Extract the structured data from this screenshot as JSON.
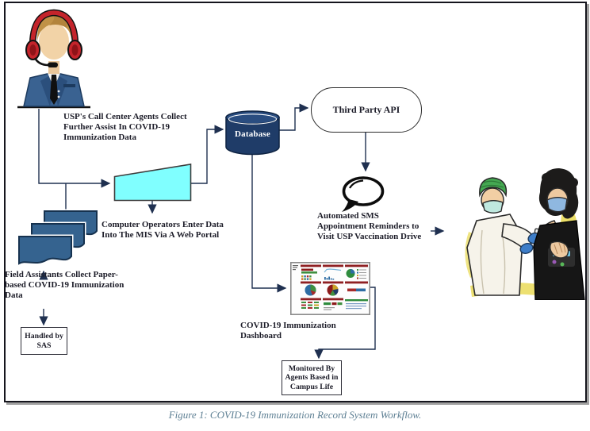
{
  "figure_caption": "Figure 1: COVID-19 Immunization Record System Workflow.",
  "nodes": {
    "call_center": {
      "icon": "call-center-agent-icon",
      "lines": [
        "USP's Call Center Agents Collect",
        "Further Assist In COVID-19",
        "Immunization Data"
      ]
    },
    "manual_entry": {
      "shape": "trapezoid",
      "lines": [
        "Computer Operators Enter Data",
        "Into The MIS Via A Web Portal"
      ]
    },
    "database": {
      "label": "Database"
    },
    "third_party_api": {
      "label": "Third Party API"
    },
    "sms": {
      "icon": "speech-bubble-icon",
      "lines": [
        "Automated SMS",
        "Appointment Reminders to",
        "Visit USP Vaccination Drive"
      ]
    },
    "field_assistants": {
      "icon": "paper-documents-icon",
      "lines": [
        "Field Assistants Collect Paper-",
        "based COVID-19 Immunization",
        "Data"
      ]
    },
    "handled_by": {
      "lines": [
        "Handled by",
        "SAS"
      ]
    },
    "dashboard": {
      "icon": "dashboard-thumbnail",
      "lines": [
        "COVID-19 Immunization",
        "Dashboard"
      ]
    },
    "monitored_by": {
      "lines": [
        "Monitored By",
        "Agents Based in",
        "Campus Life"
      ]
    },
    "vaccination": {
      "icon": "vaccination-illustration"
    }
  },
  "edges": [
    {
      "from": "call_center",
      "to": "manual_entry"
    },
    {
      "from": "field_assistants_documents",
      "to": "manual_entry"
    },
    {
      "from": "manual_entry",
      "to": "database"
    },
    {
      "from": "manual_entry",
      "to": "manual_entry_label"
    },
    {
      "from": "database",
      "to": "third_party_api"
    },
    {
      "from": "third_party_api",
      "to": "sms"
    },
    {
      "from": "sms",
      "to": "vaccination"
    },
    {
      "from": "database",
      "to": "dashboard"
    },
    {
      "from": "dashboard",
      "to": "monitored_by"
    },
    {
      "from": "field_assistants_label",
      "to": "documents"
    },
    {
      "from": "field_assistants_label",
      "to": "handled_by"
    }
  ],
  "colors": {
    "shape_navy": "#1f3c68",
    "document_blue": "#35638f",
    "trapezoid_cyan": "#80ffff",
    "connector": "#1f3050",
    "headset_red": "#c4242b",
    "dashboard_header_red": "#8f1f22",
    "caption": "#5d7f93"
  }
}
